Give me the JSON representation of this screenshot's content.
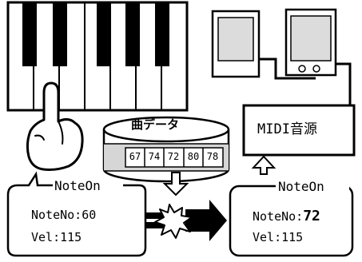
{
  "labels": {
    "midi_source": "MIDI音源",
    "song_data": "曲データ"
  },
  "song_data": {
    "values": [
      "67",
      "74",
      "72",
      "80",
      "78"
    ]
  },
  "left_bubble": {
    "title": "NoteOn",
    "note_label": "NoteNo:",
    "note_value": "60",
    "velocity": "Vel:115"
  },
  "right_bubble": {
    "title": "NoteOn",
    "note_label": "NoteNo:",
    "note_value": "72",
    "velocity": "Vel:115"
  },
  "icons": [
    "pressing-hand-icon",
    "speaker-left-icon",
    "speaker-right-icon",
    "arrow-down-icon",
    "arrow-up-icon",
    "transform-arrow-icon",
    "burst-icon"
  ]
}
